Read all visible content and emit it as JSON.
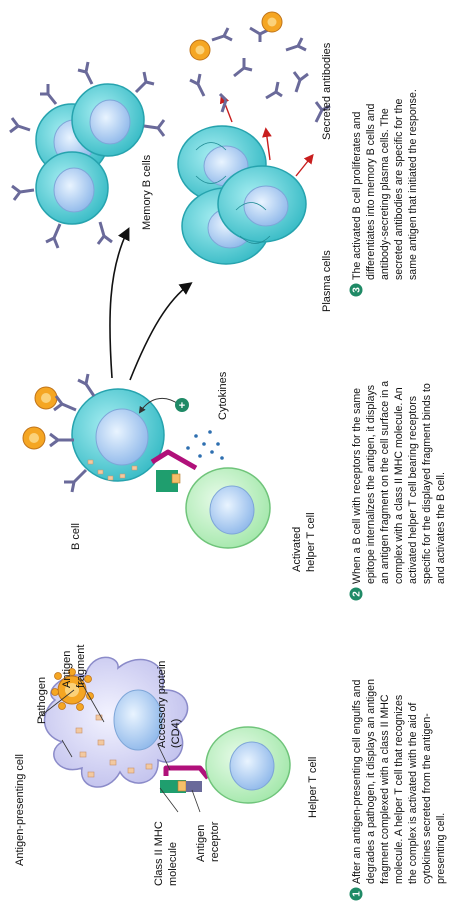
{
  "labels": {
    "antigen_presenting_cell": "Antigen-presenting cell",
    "pathogen": "Pathogen",
    "antigen_fragment": [
      "Antigen",
      "fragment"
    ],
    "class2_mhc": [
      "Class II MHC",
      "molecule"
    ],
    "accessory_protein": [
      "Accessory protein",
      "(CD4)"
    ],
    "antigen_receptor": [
      "Antigen",
      "receptor"
    ],
    "helper_t_cell": "Helper T cell",
    "b_cell": "B cell",
    "activated_helper_t_cell": [
      "Activated",
      "helper T cell"
    ],
    "cytokines": "Cytokines",
    "memory_b_cells": "Memory B cells",
    "plasma_cells": "Plasma cells",
    "secreted_antibodies": "Secreted antibodies"
  },
  "steps": [
    {
      "number": "1",
      "lines": [
        "After an antigen-presenting cell engulfs and",
        "degrades a pathogen, it displays an antigen",
        "fragment complexed with a class II MHC",
        "molecule. A helper T cell that recognizes",
        "the complex is activated with the aid of",
        "cytokines secreted from the antigen-",
        "presenting cell."
      ]
    },
    {
      "number": "2",
      "lines": [
        "When a B cell with receptors for the same",
        "epitope internalizes the antigen, it displays",
        "an antigen fragment on the cell surface in a",
        "complex with a class II MHC molecule. An",
        "activated helper T cell bearing receptors",
        "specific for the displayed fragment binds to",
        "and activates the B cell."
      ]
    },
    {
      "number": "3",
      "lines": [
        "The activated B cell proliferates and",
        "differentiates into memory B cells and",
        "antibody-secreting plasma cells. The",
        "secreted antibodies are specific for the",
        "same antigen that initiated the response."
      ]
    }
  ],
  "colors": {
    "apc_fill": "#d6d6f2",
    "t_cell_fill": "#bff0c6",
    "b_cell_fill": "#5fd4dc",
    "nucleus_fill": "#b8d8f6",
    "pathogen_fill": "#f5a623",
    "receptor_color": "#6a6a9a",
    "mhc_color": "#1f9e6e",
    "cd4_color": "#b0107a",
    "step_circle": "#1f8a66",
    "arrow_red": "#c81e1e"
  }
}
